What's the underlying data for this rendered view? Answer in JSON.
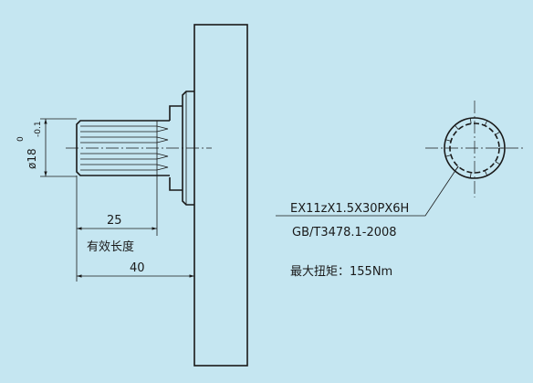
{
  "dimensions": {
    "spline_length": "25",
    "spline_length_note": "有效长度",
    "overall_length": "40",
    "diameter": "ø18",
    "tol_upper": "0",
    "tol_lower": "-0.1"
  },
  "spline_spec": {
    "line1": "EX11zX1.5X30PX6H",
    "line2": "GB/T3478.1-2008"
  },
  "torque": {
    "label": "最大扭矩",
    "value": "：155Nm"
  },
  "colors": {
    "background": "#c5e6f1",
    "ink": "#1a1a1a"
  }
}
